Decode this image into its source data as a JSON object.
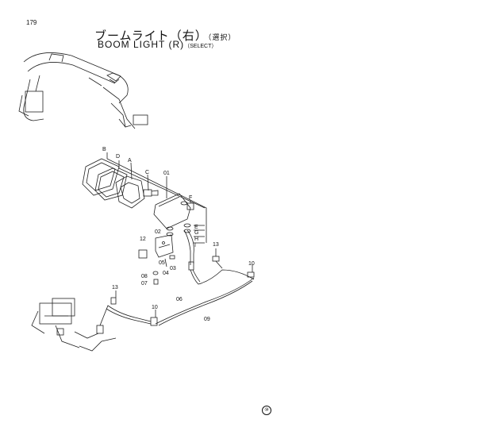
{
  "page_number": "179",
  "title_jp": "ブームライト（右）",
  "title_jp_suffix": "（選択）",
  "title_en": "BOOM LIGHT (R)",
  "title_en_suffix": "（SELECT）",
  "footer_mark": "⑩",
  "callouts": {
    "b": "B",
    "d": "D",
    "a": "A",
    "c": "C",
    "p01": "01",
    "f": "F",
    "p02": "02",
    "e": "E",
    "g": "G",
    "h": "H",
    "i": "I",
    "p12": "12",
    "p05": "05",
    "p03": "03",
    "p04": "04",
    "p08": "08",
    "p07": "07",
    "p13a": "13",
    "p10a": "10",
    "p06": "06",
    "p13b": "13",
    "p10b": "10",
    "p09": "09"
  }
}
